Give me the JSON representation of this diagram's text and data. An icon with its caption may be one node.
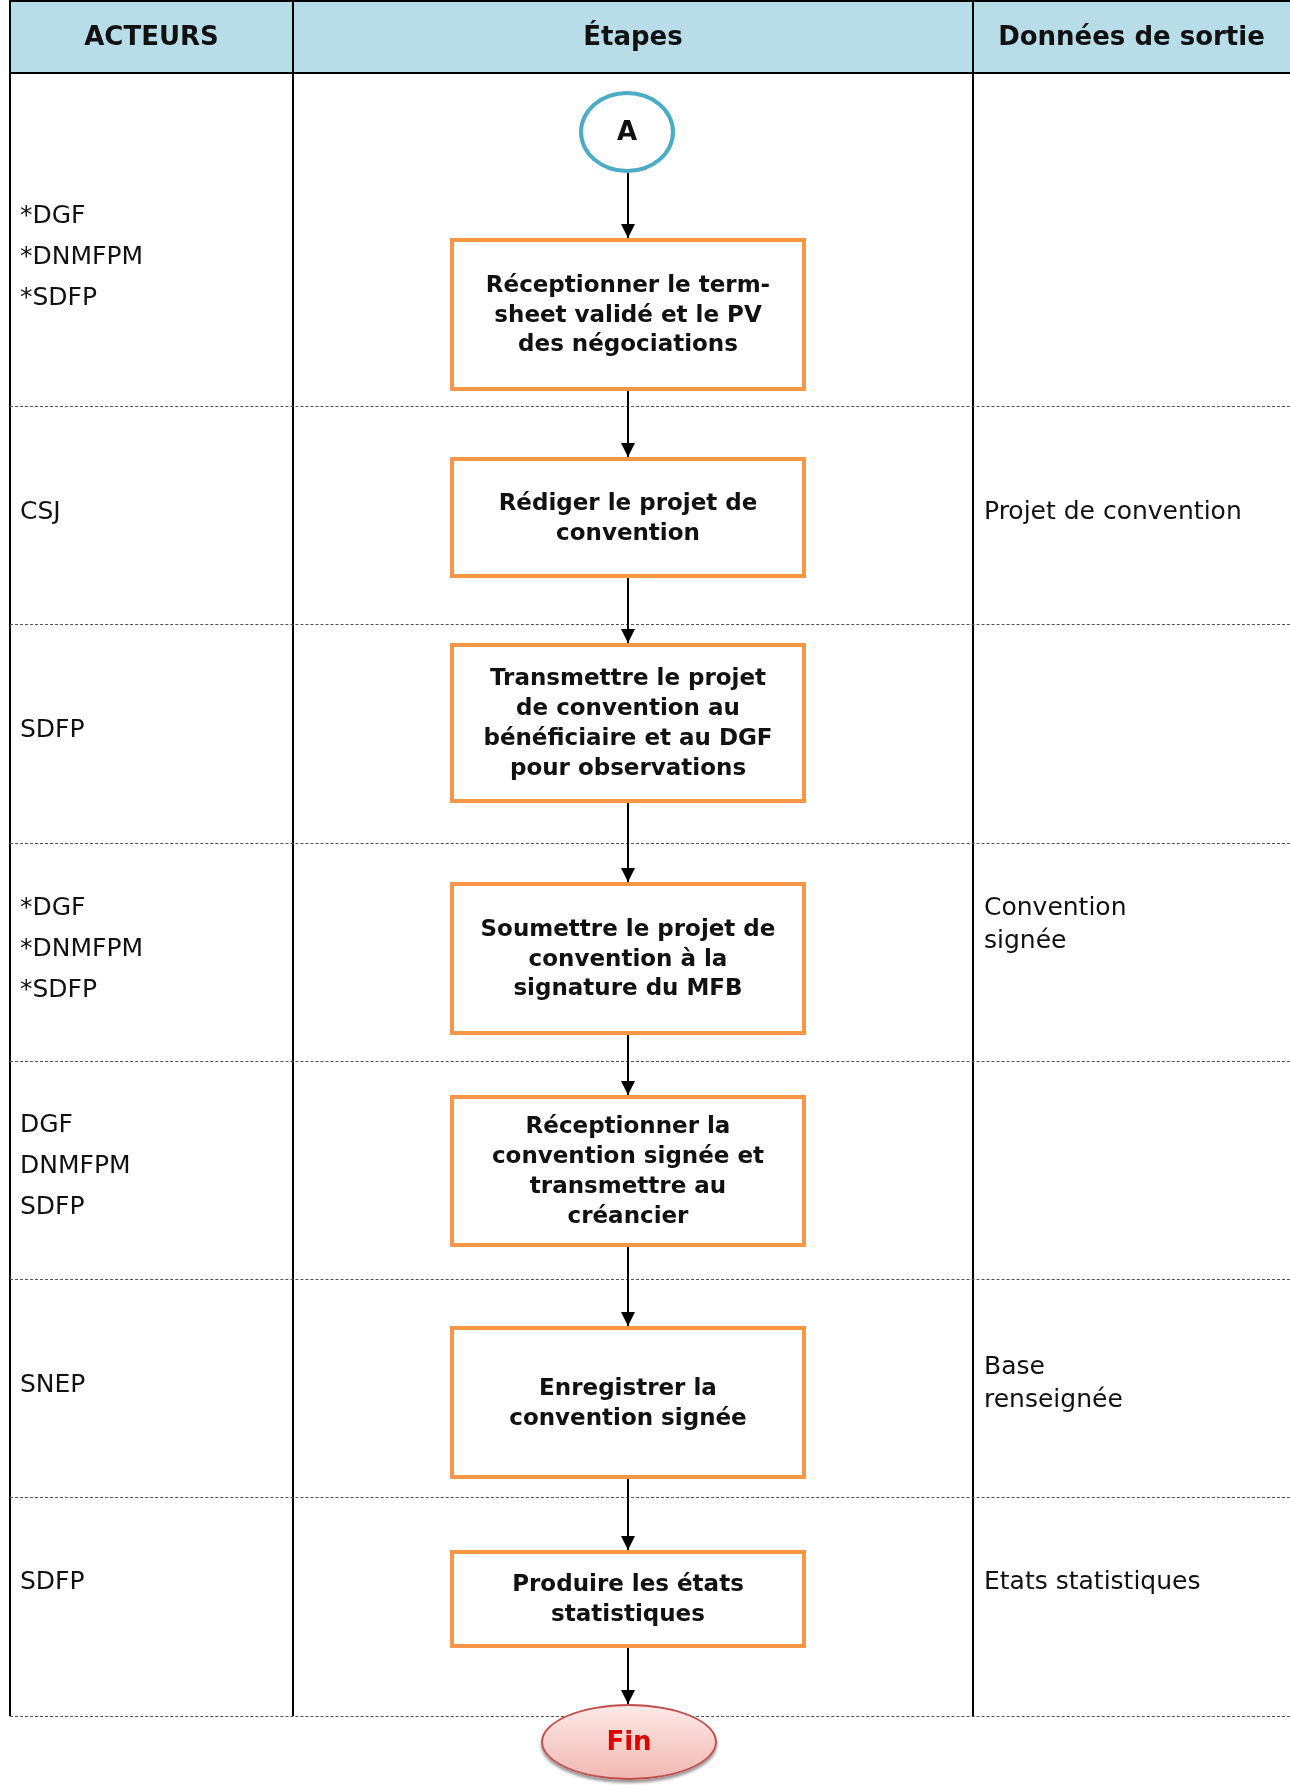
{
  "diagram": {
    "nodes": [
      {
        "text": [
          "A"
        ]
      },
      {
        "text": [
          "Réceptionner le term-sheet validé et le PV des négociations"
        ]
      },
      {
        "text": [
          "Rédiger le projet de convention"
        ]
      },
      {
        "text": [
          "Transmettre le projet de convention au bénéficiaire et au DGF pour observations"
        ]
      },
      {
        "text": [
          "Soumettre le projet de convention à la signature du MFB"
        ]
      },
      {
        "text": [
          "Réceptionner la convention signée et transmettre au créancier"
        ]
      },
      {
        "text": [
          "Enregistrer la convention signée"
        ]
      },
      {
        "text": [
          "Produire les états statistiques"
        ]
      },
      {
        "text": [
          "Fin"
        ]
      }
    ],
    "edges": [
      {
        "from": 0,
        "to": 1,
        "arrow": "to"
      },
      {
        "from": 1,
        "to": 2,
        "arrow": "to"
      },
      {
        "from": 2,
        "to": 3,
        "arrow": "to"
      },
      {
        "from": 3,
        "to": 4,
        "arrow": "to"
      },
      {
        "from": 4,
        "to": 5,
        "arrow": "to"
      },
      {
        "from": 5,
        "to": 6,
        "arrow": "to"
      },
      {
        "from": 6,
        "to": 7,
        "arrow": "to"
      },
      {
        "from": 7,
        "to": 8,
        "arrow": "to"
      }
    ],
    "labels": [
      "ACTEURS",
      "Étapes",
      "Données de sortie",
      "*DGF",
      "*DNMFPM",
      "*SDFP",
      "CSJ",
      "Projet de convention",
      "SDFP",
      "*DGF",
      "*DNMFPM",
      "*SDFP",
      "Convention signée",
      "DGF",
      "DNMFPM",
      "SDFP",
      "SNEP",
      "Base renseignée",
      "SDFP",
      "Etats statistiques"
    ]
  }
}
